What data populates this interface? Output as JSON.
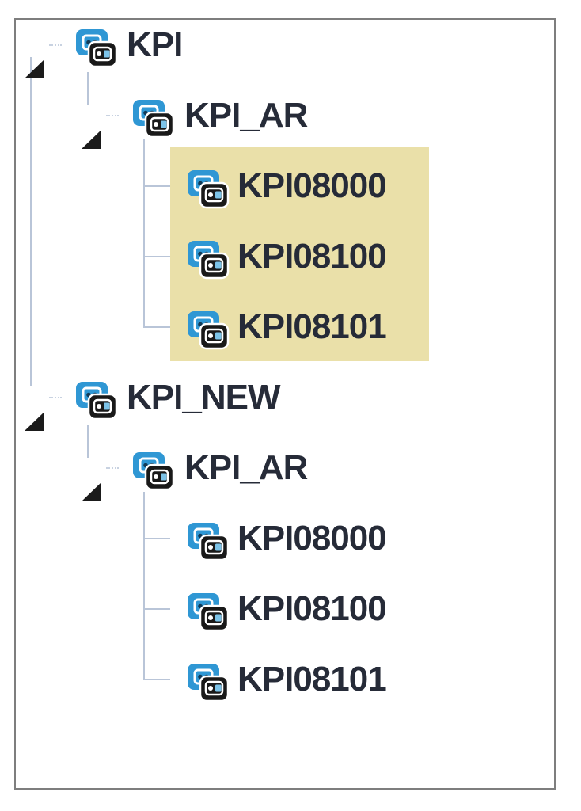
{
  "colors": {
    "highlight": "#eae0a9",
    "tree_line": "#b9c5d8",
    "text": "#262b38",
    "frame_border": "#7e7e7e",
    "expander": "#1b1b1b",
    "icon_blue": "#2f97d4",
    "icon_black": "#191919",
    "icon_accent": "#7cc3e8"
  },
  "icons": {
    "object_icon": "kpi-object-icon",
    "expander_icon": "expanded-triangle-icon"
  },
  "tree": {
    "items": [
      {
        "label": "KPI",
        "level": 0,
        "expanded": true,
        "selected": false
      },
      {
        "label": "KPI_AR",
        "level": 1,
        "expanded": true,
        "selected": false
      },
      {
        "label": "KPI08000",
        "level": 2,
        "expanded": false,
        "selected": true
      },
      {
        "label": "KPI08100",
        "level": 2,
        "expanded": false,
        "selected": true
      },
      {
        "label": "KPI08101",
        "level": 2,
        "expanded": false,
        "selected": true
      },
      {
        "label": "KPI_NEW",
        "level": 0,
        "expanded": true,
        "selected": false
      },
      {
        "label": "KPI_AR",
        "level": 1,
        "expanded": true,
        "selected": false
      },
      {
        "label": "KPI08000",
        "level": 2,
        "expanded": false,
        "selected": false
      },
      {
        "label": "KPI08100",
        "level": 2,
        "expanded": false,
        "selected": false
      },
      {
        "label": "KPI08101",
        "level": 2,
        "expanded": false,
        "selected": false
      }
    ]
  }
}
